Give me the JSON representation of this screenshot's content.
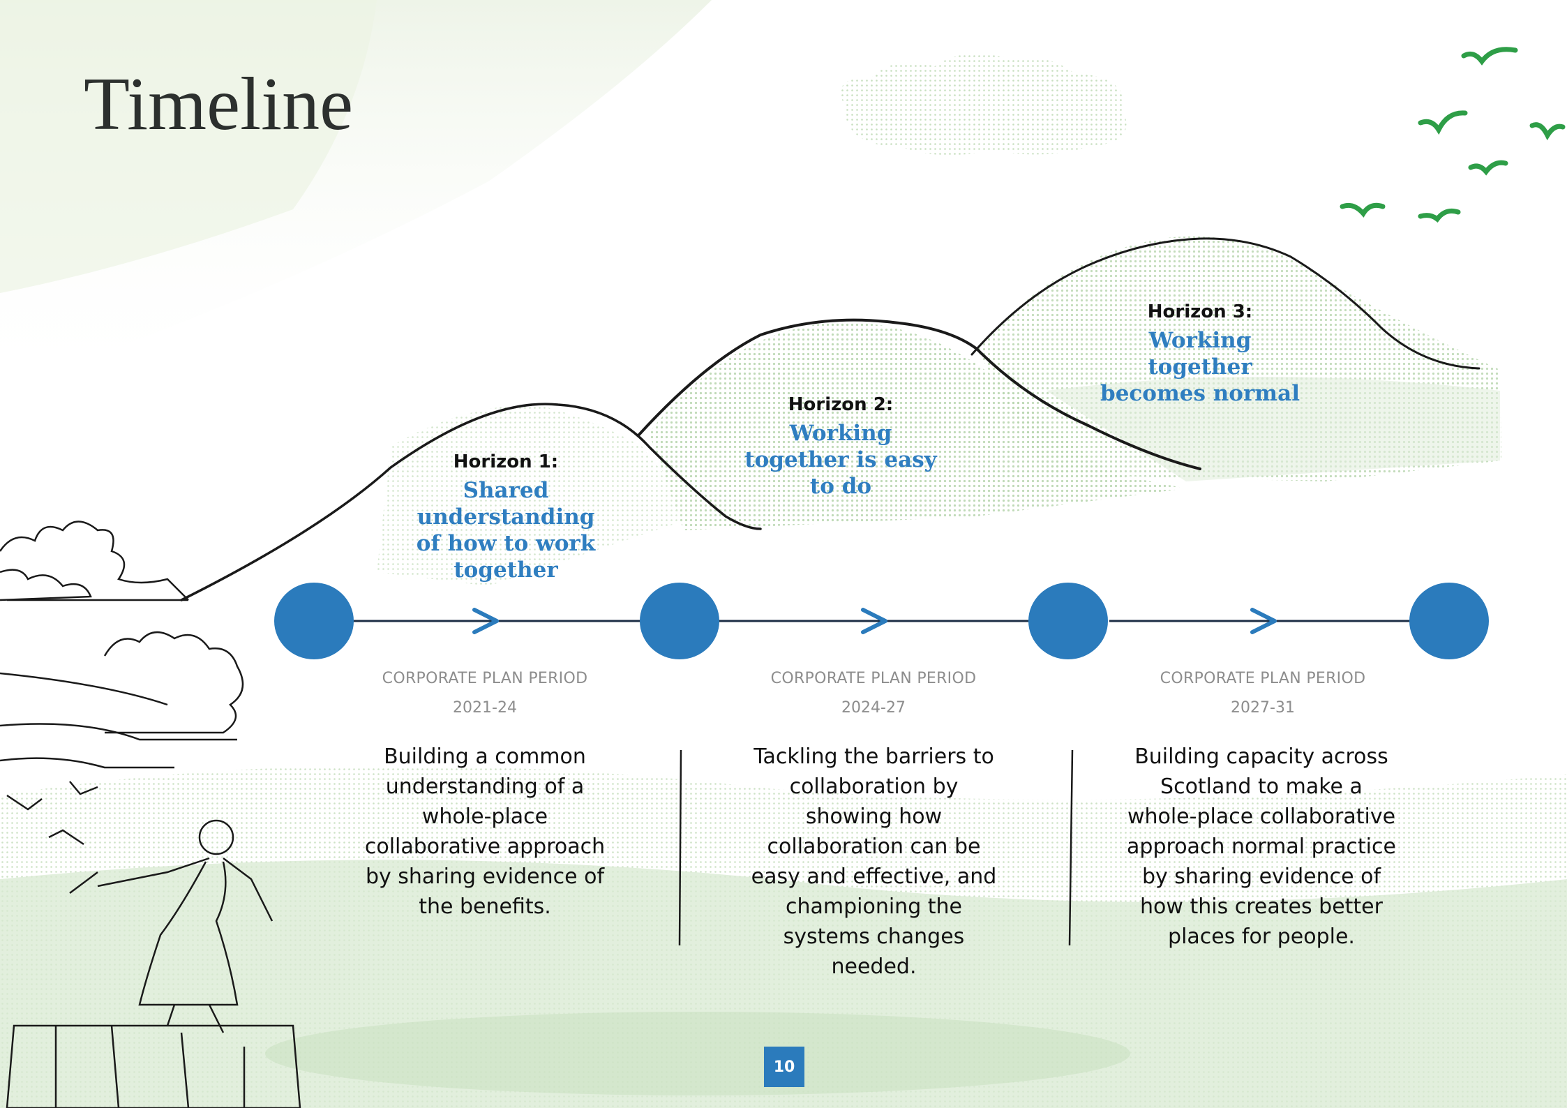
{
  "page": {
    "title": "Timeline",
    "page_number": "10"
  },
  "horizons": [
    {
      "label": "Horizon 1:",
      "description": "Shared understanding of how to work together"
    },
    {
      "label": "Horizon 2:",
      "description": "Working together is easy to do"
    },
    {
      "label": "Horizon 3:",
      "description": "Working together becomes normal"
    }
  ],
  "periods": [
    {
      "heading": "CORPORATE PLAN PERIOD",
      "years": "2021-24",
      "text": "Building a common understanding of a whole-place collaborative approach by sharing evidence of the benefits."
    },
    {
      "heading": "CORPORATE PLAN PERIOD",
      "years": "2024-27",
      "text": "Tackling the barriers to collaboration by showing how collaboration can be easy and effective, and championing the systems changes needed."
    },
    {
      "heading": "CORPORATE PLAN PERIOD",
      "years": "2027-31",
      "text": "Building capacity across Scotland to make a whole-place collaborative approach normal practice by sharing evidence of how this creates better places for people."
    }
  ],
  "colors": {
    "accent_blue": "#2b7bbc",
    "horizon_text": "#2f7ec0",
    "landscape_green": "#cfe3c8",
    "bird_green": "#2e9e47"
  },
  "icons": [
    "bird-icon",
    "arrow-right-icon",
    "timeline-dot-icon"
  ]
}
